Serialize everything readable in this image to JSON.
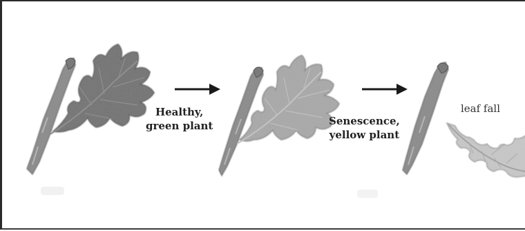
{
  "labels": {
    "healthy_line1": "Healthy,",
    "healthy_line2": "green plant",
    "senescence_line1": "Senescence,",
    "senescence_line2": "yellow plant",
    "leaf_fall": "leaf fall"
  },
  "colors": {
    "healthy_leaf": "#707070",
    "senescent_leaf": "#a8a8a8",
    "fallen_leaf": "#c8c8c8",
    "twig": "#8e8e8e",
    "arrow": "#1a1a1a"
  }
}
